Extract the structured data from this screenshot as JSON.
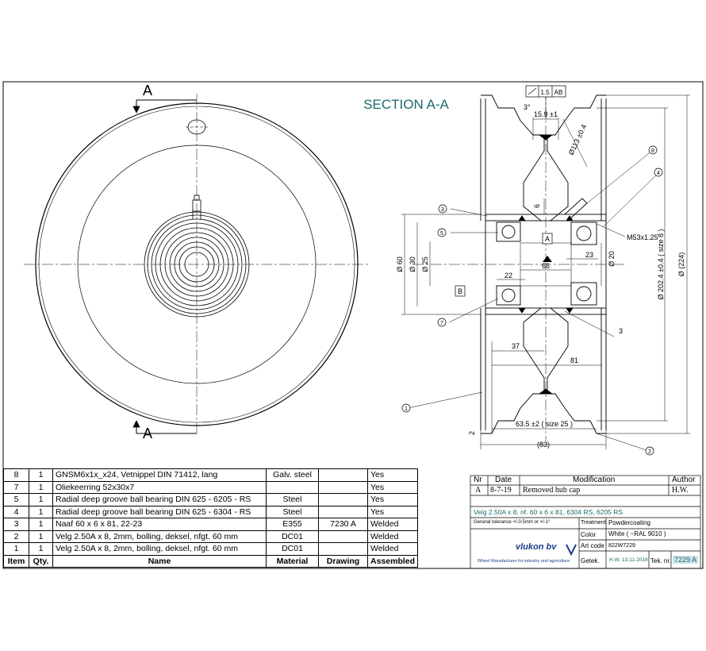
{
  "section_label": "SECTION A-A",
  "cut_markers": [
    "A",
    "A"
  ],
  "datum_labels": {
    "a": "A",
    "b": "B"
  },
  "geometric_tolerance": {
    "value": "1.5",
    "datum": "AB"
  },
  "dimensions": {
    "angle": "3°",
    "rim_width": "15.9 ±1",
    "rim_dia": "Ø113 ±0.4",
    "six": "6",
    "d60": "Ø 60",
    "d30": "Ø 30",
    "d25": "Ø 25",
    "d20": "Ø 20",
    "d22": "22",
    "d23": "23",
    "d66": "66",
    "thread": "M53x1.25",
    "d2024": "Ø 202.4 ±0.4 ( size 8 )",
    "d224": "Ø (224)",
    "d37": "37",
    "d81": "81",
    "d3": "3",
    "d635": "63.5 ±2 ( size 25 )",
    "d83": "(83)",
    "d2": "2"
  },
  "balloons": [
    "1",
    "2",
    "3",
    "4",
    "5",
    "7",
    "8"
  ],
  "bom": {
    "rows": [
      [
        "8",
        "1",
        "GNSM6x1x_x24, Vetnippel DIN 71412, lang",
        "Galv. steel",
        "",
        "Yes"
      ],
      [
        "7",
        "1",
        "Oliekeerring 52x30x7",
        "",
        "",
        "Yes"
      ],
      [
        "5",
        "1",
        "Radial deep groove ball bearing DIN 625 - 6205 - RS",
        "Steel",
        "",
        "Yes"
      ],
      [
        "4",
        "1",
        "Radial deep groove ball bearing DIN 625 - 6304 - RS",
        "Steel",
        "",
        "Yes"
      ],
      [
        "3",
        "1",
        "Naaf  60 x 6 x 81,  22-23",
        "E355",
        "7230 A",
        "Welded"
      ],
      [
        "2",
        "1",
        "Velg 2.50A x 8, 2mm, bolling, deksel, nfgt. 60 mm",
        "DC01",
        "",
        "Welded"
      ],
      [
        "1",
        "1",
        "Velg 2.50A x 8, 2mm, bolling, deksel, nfgt. 60 mm",
        "DC01",
        "",
        "Welded"
      ]
    ],
    "header": [
      "Item",
      "Qty.",
      "Name",
      "Material",
      "Drawing",
      "Assembled"
    ]
  },
  "revisions": {
    "header": [
      "Nr",
      "Date",
      "Modification",
      "Author"
    ],
    "rows": [
      [
        "A",
        "8-7-19",
        "Removed hub cap",
        "H.W."
      ]
    ]
  },
  "title_block": {
    "description": "Velg 2.50A x 8, nf. 60 x 6 x 81, 6304 RS, 6205 RS",
    "tolerance": "General tolerance +/-0.5mm or +/-1°",
    "treatment_label": "Treatment",
    "treatment": "Powdercoating",
    "color_label": "Color",
    "color": "White ( ~RAL 9010 )",
    "artcode_label": "Art code",
    "artcode": "822W7229",
    "logo": "vlukon bv",
    "tagline": "Wheel Manufacturer for industry and agriculture",
    "drawn_label": "Getek.",
    "drawn": "H.W.  13-11-2018",
    "tekno_label": "Tek. nr.",
    "tekno": "7229 A"
  },
  "colors": {
    "title_text": "#1e6a6a",
    "line": "#000000"
  }
}
